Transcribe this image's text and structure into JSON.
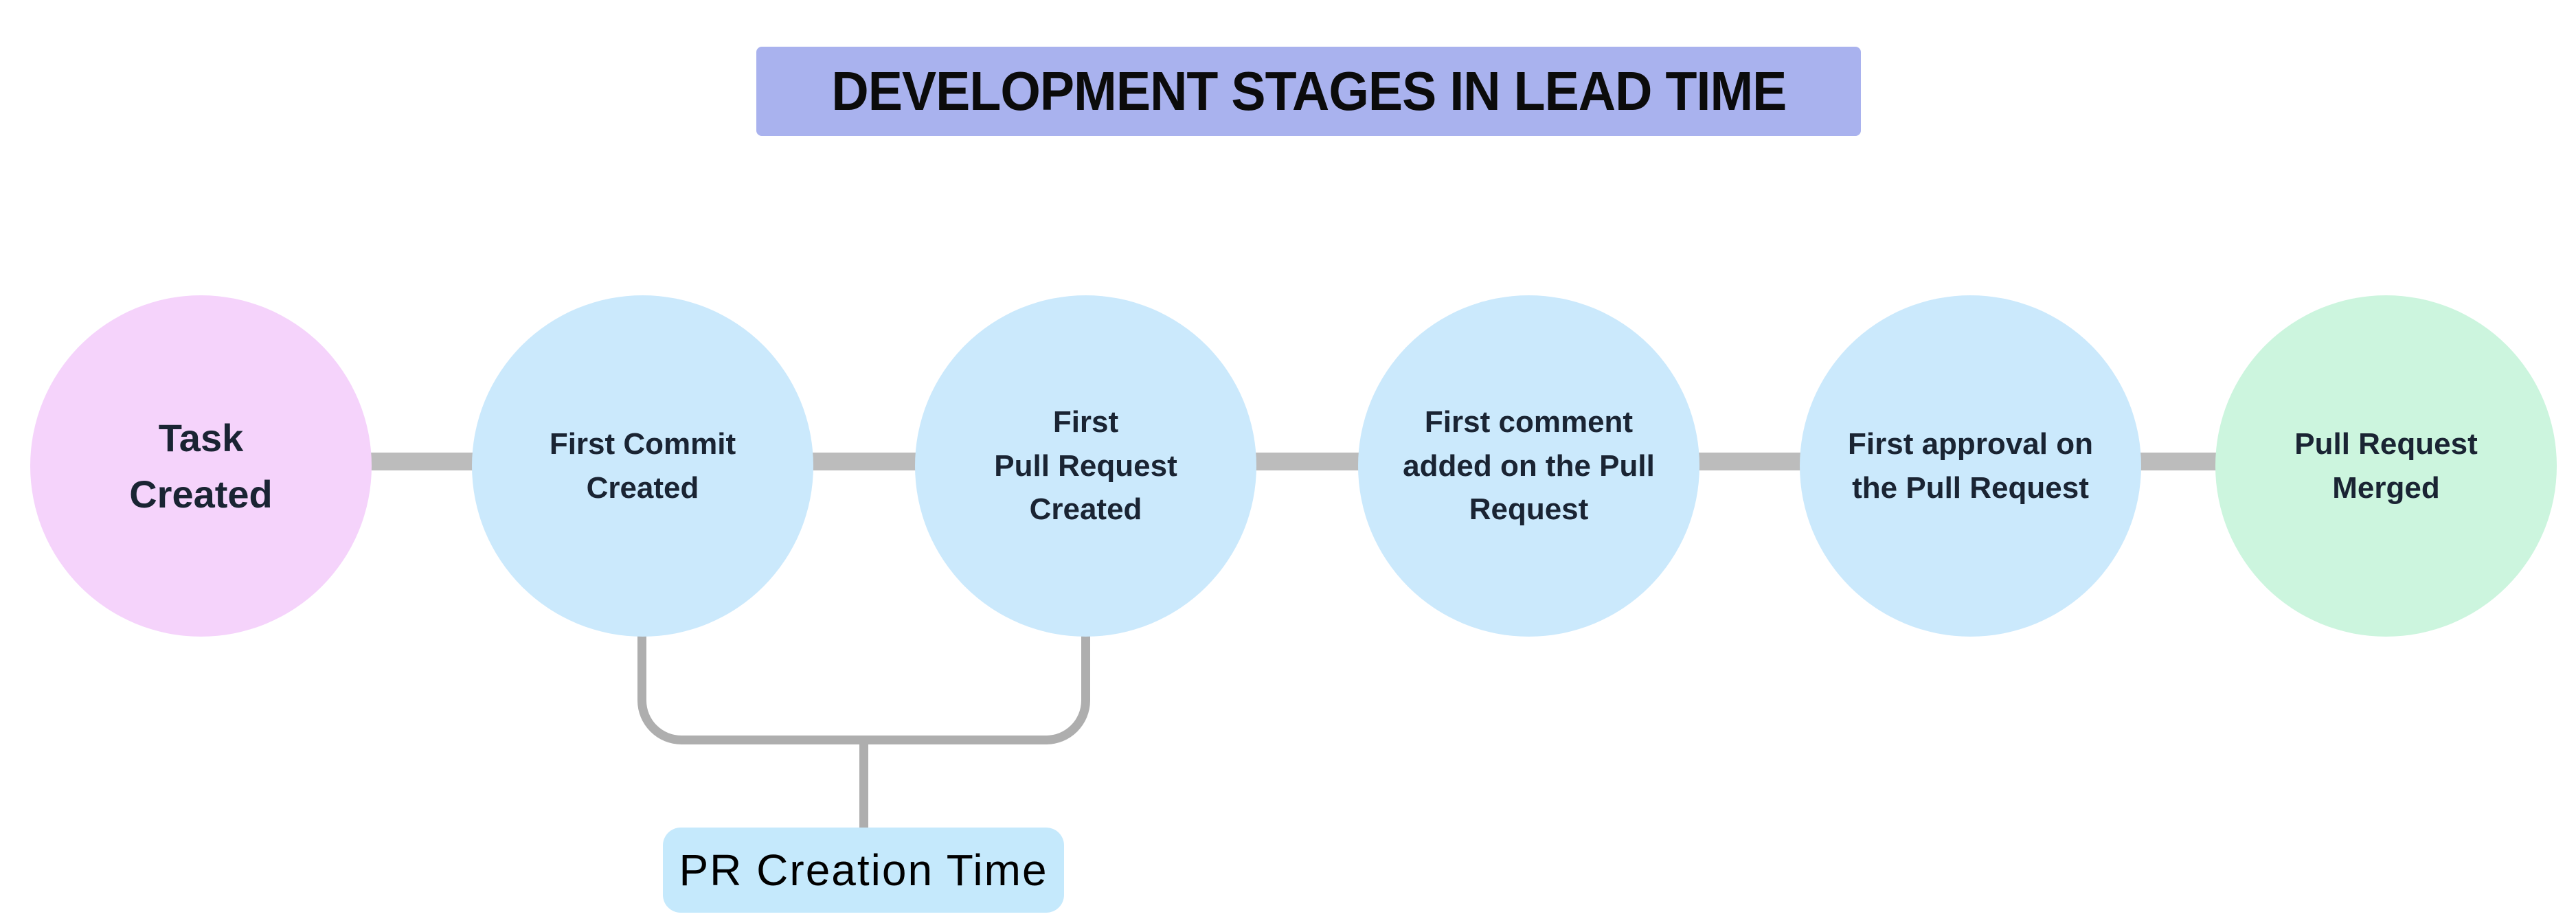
{
  "title": {
    "text": "DEVELOPMENT STAGES IN LEAD TIME"
  },
  "colors": {
    "title_bg": "#a9b2ee",
    "node_text": "#1a2433",
    "connector": "#bcbcbc",
    "bracket": "#aeaeae",
    "annotation_bg": "#c5e9fc",
    "start_node_bg": "#f5d3fb",
    "stage_node_bg": "#cbe9fc",
    "end_node_bg": "#ccf5de"
  },
  "nodes": [
    {
      "id": "task-created",
      "label": "Task\nCreated",
      "bg": "#f5d3fb"
    },
    {
      "id": "first-commit-created",
      "label": "First Commit\nCreated",
      "bg": "#cbe9fc"
    },
    {
      "id": "first-pull-request-created",
      "label": "First\nPull Request\nCreated",
      "bg": "#cbe9fc"
    },
    {
      "id": "first-comment-added",
      "label": "First comment\nadded on the Pull\nRequest",
      "bg": "#cbe9fc"
    },
    {
      "id": "first-approval",
      "label": "First approval on\nthe Pull Request",
      "bg": "#cbe9fc"
    },
    {
      "id": "pull-request-merged",
      "label": "Pull Request\nMerged",
      "bg": "#ccf5de"
    }
  ],
  "annotation": {
    "label": "PR Creation Time",
    "bg": "#c5e9fc",
    "spans": [
      "first-commit-created",
      "first-pull-request-created"
    ]
  }
}
